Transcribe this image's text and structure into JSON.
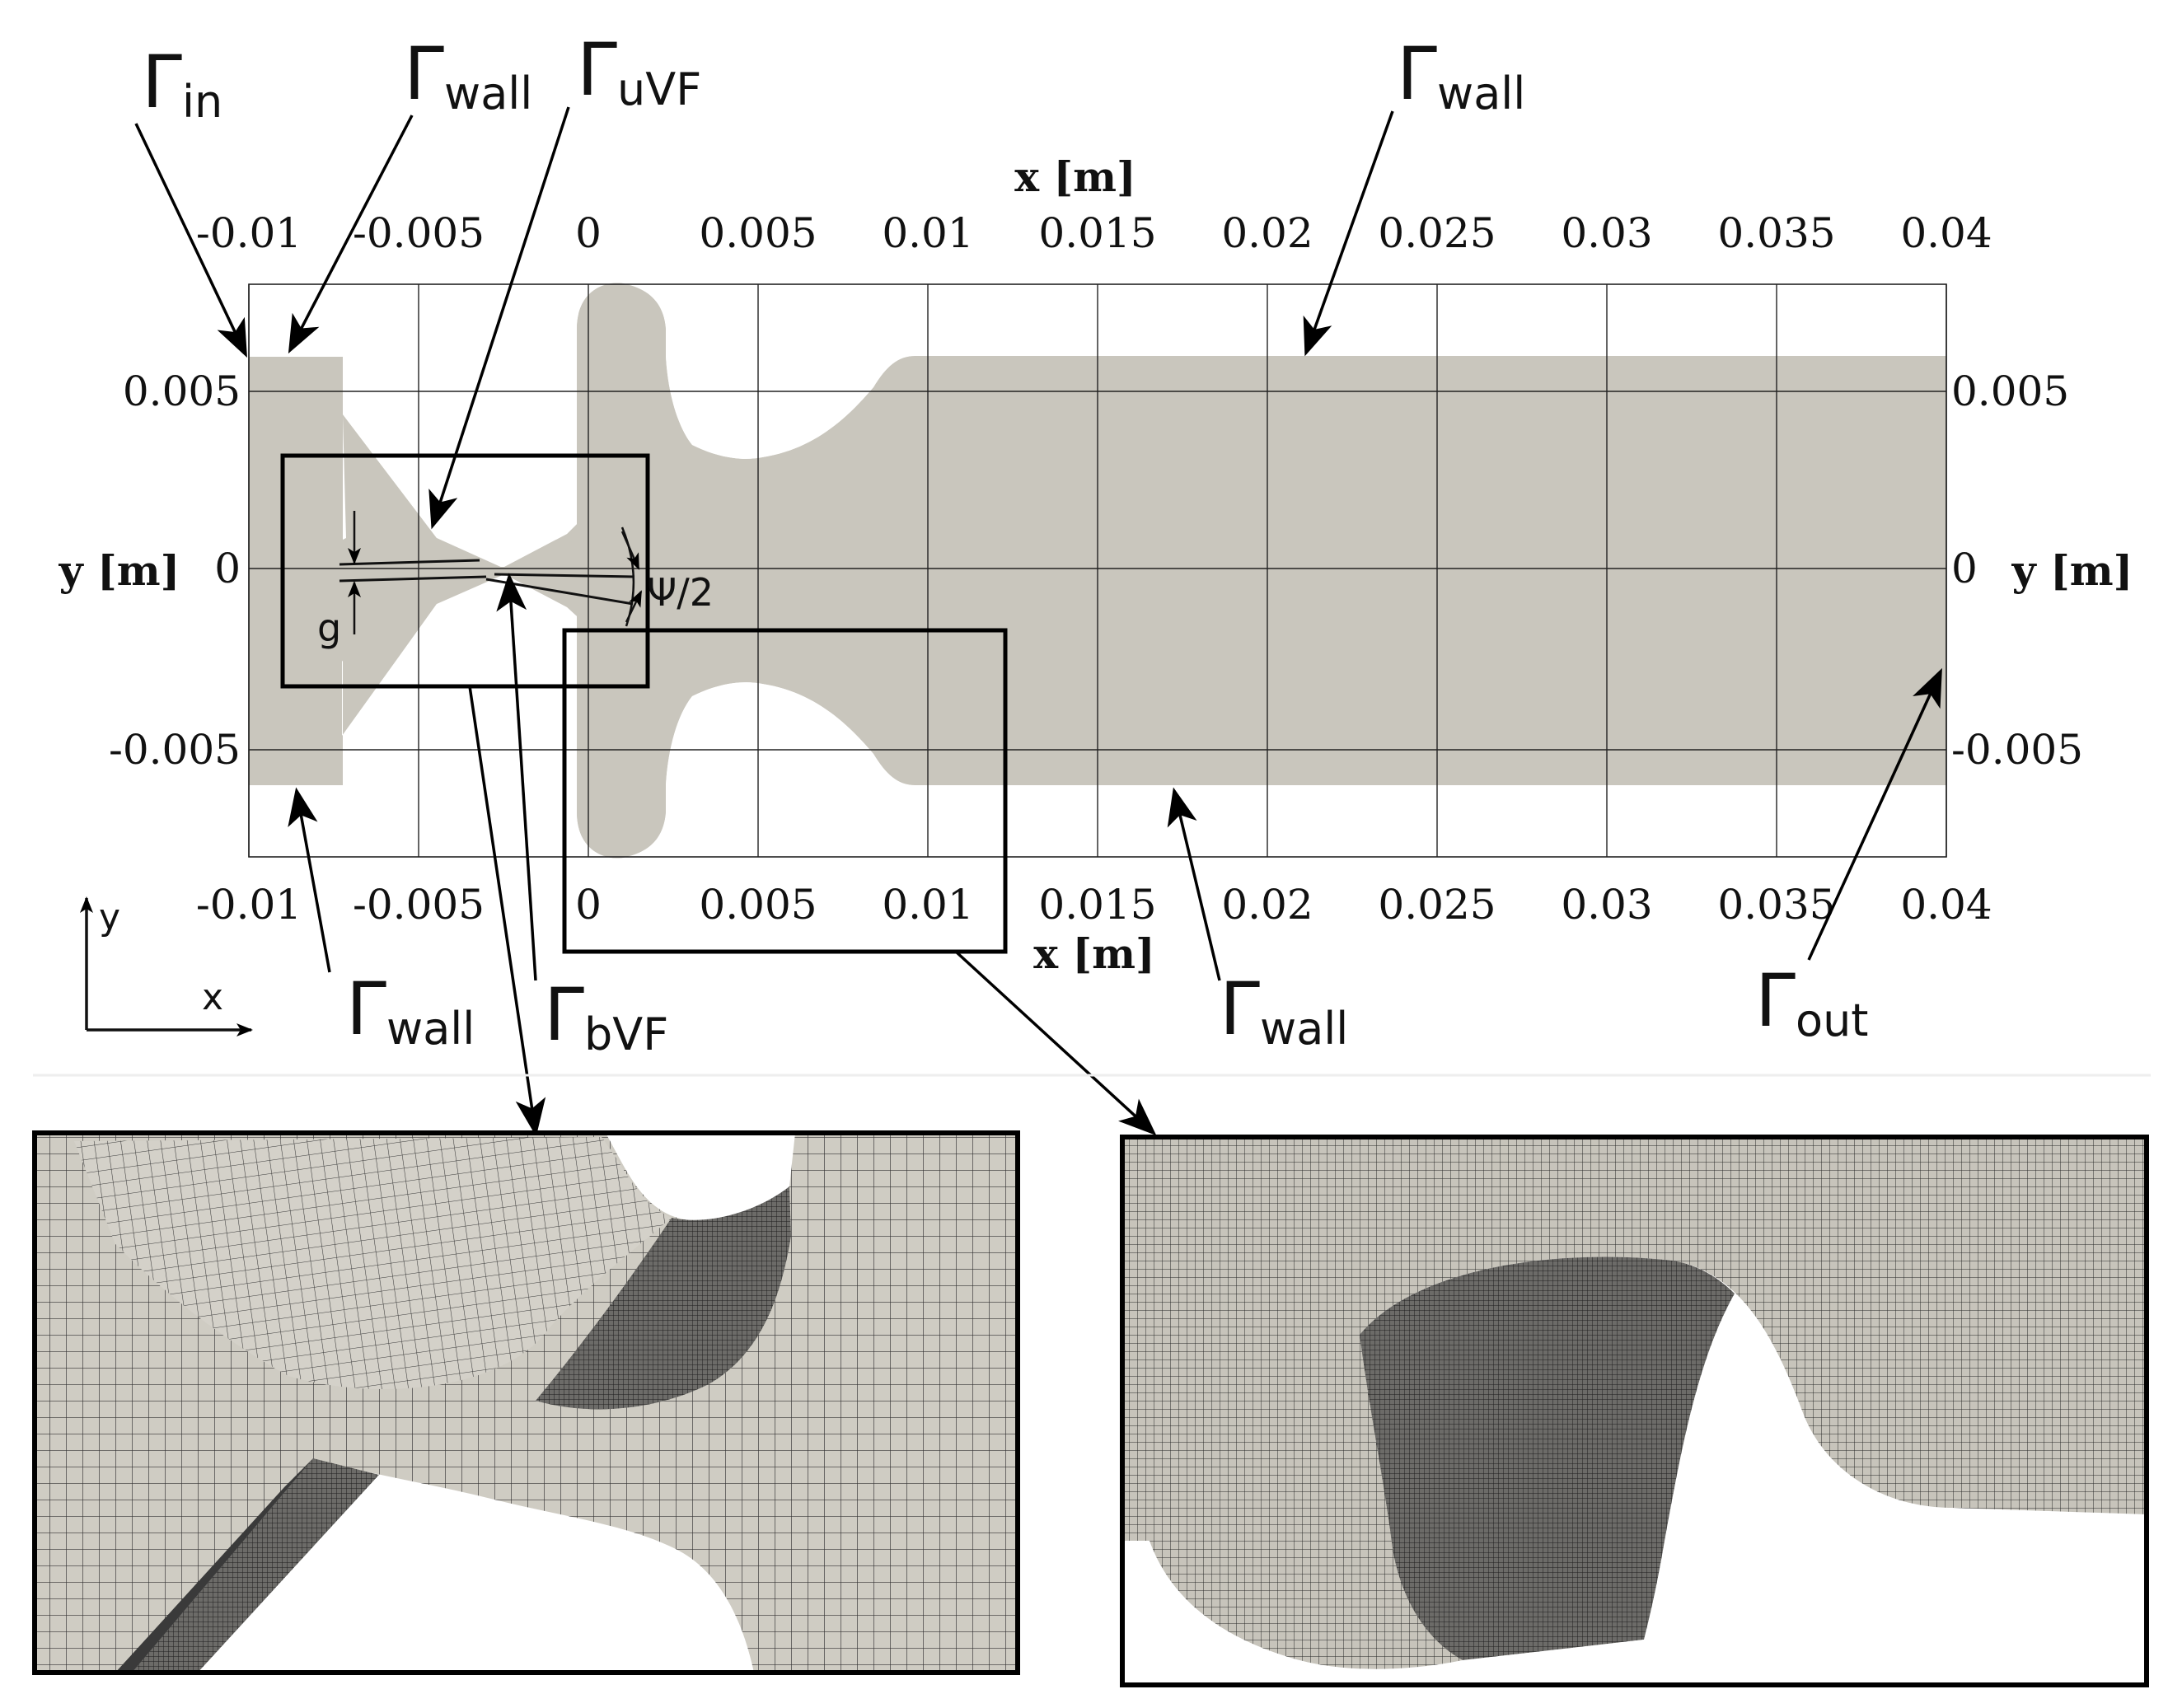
{
  "axes": {
    "x_label": "x [m]",
    "y_label": "y [m]",
    "x_ticks": [
      "-0.01",
      "-0.005",
      "0",
      "0.005",
      "0.01",
      "0.015",
      "0.02",
      "0.025",
      "0.03",
      "0.035",
      "0.04"
    ],
    "y_ticks_left": [
      "0.005",
      "0",
      "-0.005"
    ],
    "y_ticks_right": [
      "0.005",
      "0",
      "-0.005"
    ]
  },
  "boundaries": {
    "inlet": {
      "sym": "Γ",
      "sub": "in"
    },
    "wall_top_left": {
      "sym": "Γ",
      "sub": "wall"
    },
    "upper_vf": {
      "sym": "Γ",
      "sub": "uVF"
    },
    "wall_top_right": {
      "sym": "Γ",
      "sub": "wall"
    },
    "wall_bottom_left": {
      "sym": "Γ",
      "sub": "wall"
    },
    "bottom_vf": {
      "sym": "Γ",
      "sub": "bVF"
    },
    "wall_bottom_right": {
      "sym": "Γ",
      "sub": "wall"
    },
    "outlet": {
      "sym": "Γ",
      "sub": "out"
    }
  },
  "annotations": {
    "gap": "g",
    "angle": "Ψ/2"
  },
  "coord_axes": {
    "x": "x",
    "y": "y"
  },
  "colors": {
    "domain_fill": "#c9c6bd",
    "mesh_fill": "#cfccc3",
    "mesh_line": "#2b2b2b",
    "frame": "#000000"
  }
}
